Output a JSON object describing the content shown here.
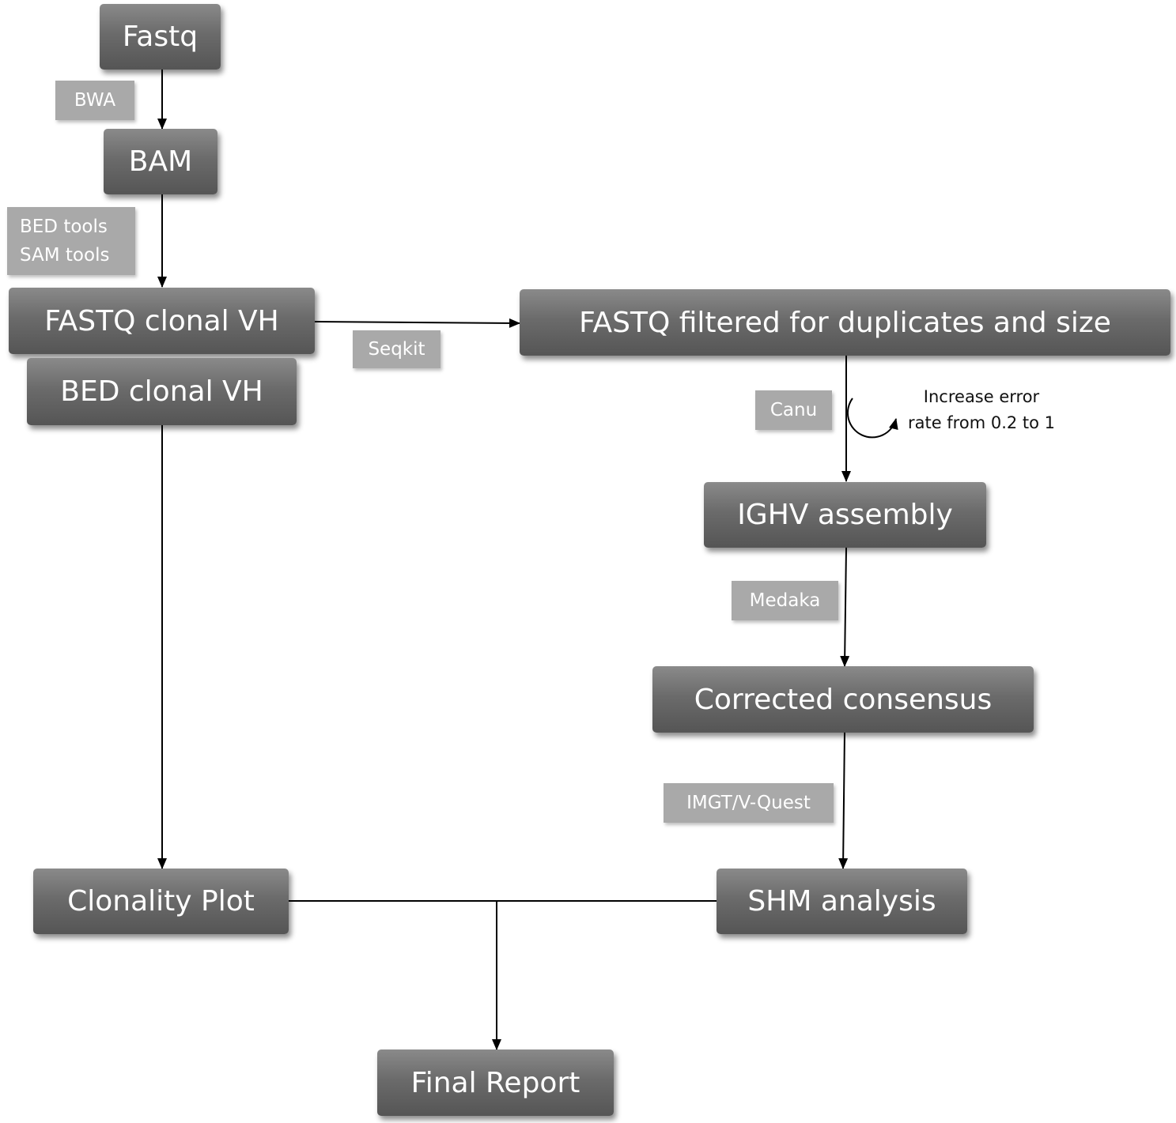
{
  "nodes": {
    "fastq": "Fastq",
    "bam": "BAM",
    "fastq_clonal_vh": "FASTQ clonal VH",
    "bed_clonal_vh": "BED clonal VH",
    "fastq_filtered": "FASTQ filtered for duplicates and size",
    "ighv_assembly": "IGHV assembly",
    "corrected_consensus": "Corrected consensus",
    "clonality_plot": "Clonality Plot",
    "shm_analysis": "SHM analysis",
    "final_report": "Final Report"
  },
  "tools": {
    "bwa": "BWA",
    "bed_tools": "BED tools",
    "sam_tools": "SAM tools",
    "seqkit": "Seqkit",
    "canu": "Canu",
    "medaka": "Medaka",
    "imgt": "IMGT/V-Quest"
  },
  "loop_note": {
    "line1": "Increase error",
    "line2": "rate from 0.2 to 1"
  },
  "colors": {
    "node_top": "#8a8a8a",
    "node_bottom": "#555555",
    "tool_bg": "#a9a9a9",
    "connector": "#000000"
  }
}
